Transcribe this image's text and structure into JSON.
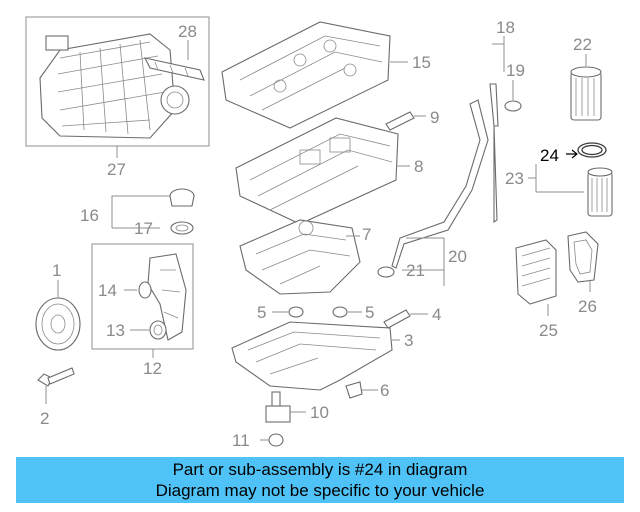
{
  "diagram": {
    "callouts": {
      "c1": "1",
      "c2": "2",
      "c3": "3",
      "c4": "4",
      "c5a": "5",
      "c5b": "5",
      "c6": "6",
      "c7": "7",
      "c8": "8",
      "c9": "9",
      "c10": "10",
      "c11": "11",
      "c12": "12",
      "c13": "13",
      "c14": "14",
      "c15": "15",
      "c16": "16",
      "c17": "17",
      "c18": "18",
      "c19": "19",
      "c20": "20",
      "c21": "21",
      "c22": "22",
      "c23": "23",
      "c24": "24",
      "c25": "25",
      "c26": "26",
      "c27": "27",
      "c28": "28"
    },
    "highlighted_part": "24"
  },
  "banner": {
    "line1": "Part or sub-assembly is #24 in diagram",
    "line2": "Diagram may not be specific to your vehicle",
    "color": "#4fc3f7"
  }
}
